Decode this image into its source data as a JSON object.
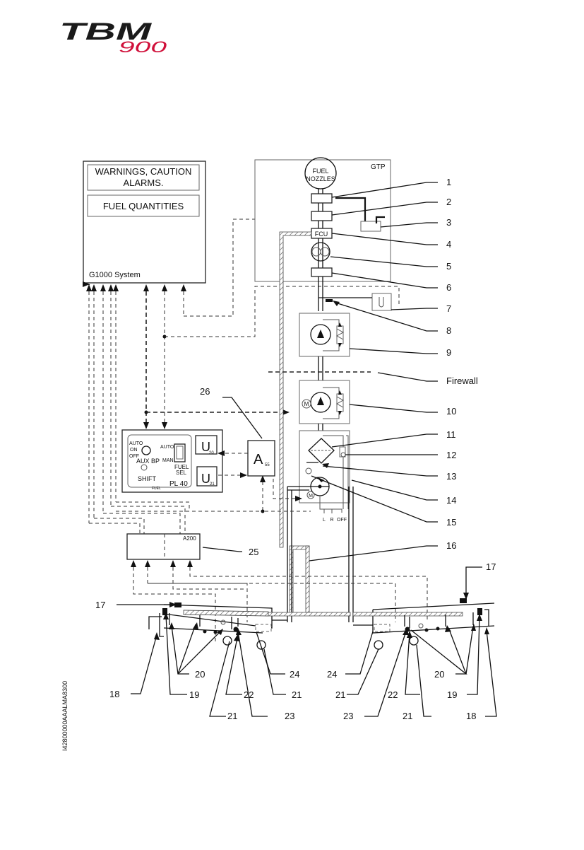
{
  "logo": {
    "main": "TBM",
    "sub": "900",
    "main_color": "#1a1a1a",
    "sub_color": "#d0103a"
  },
  "g1000": {
    "title": "G1000 System",
    "panels": [
      {
        "lines": [
          "WARNINGS, CAUTION",
          "ALARMS."
        ]
      },
      {
        "lines": [
          "FUEL QUANTITIES"
        ]
      }
    ]
  },
  "gtp": {
    "label": "GTP",
    "fuel_nozzles": [
      "FUEL",
      "NOZZLES"
    ],
    "fcu": "FCU"
  },
  "firewall_label": "Firewall",
  "pl40": {
    "name": "PL 40",
    "aux_bp": {
      "positions": [
        "AUTO",
        "ON",
        "OFF"
      ],
      "label": "AUX BP"
    },
    "shift": "SHIFT",
    "fuel_sel": {
      "positions": [
        "AUTO",
        "MAN"
      ],
      "label_lines": [
        "FUEL",
        "SEL"
      ]
    },
    "fuel_caption": "FUEL",
    "u20": {
      "letter": "U",
      "sub": "20"
    },
    "u21": {
      "letter": "U",
      "sub": "21"
    }
  },
  "a55": {
    "letter": "A",
    "sub": "55"
  },
  "a200": {
    "label": "A200"
  },
  "selector_positions": [
    "L",
    "R",
    "OFF"
  ],
  "callouts": {
    "c1": "1",
    "c2": "2",
    "c3": "3",
    "c4": "4",
    "c5": "5",
    "c6": "6",
    "c7": "7",
    "c8": "8",
    "c9": "9",
    "c10": "10",
    "c11": "11",
    "c12": "12",
    "c13": "13",
    "c14": "14",
    "c15": "15",
    "c16": "16",
    "c17": "17",
    "c18": "18",
    "c19": "19",
    "c20": "20",
    "c21": "21",
    "c22": "22",
    "c23": "23",
    "c24": "24",
    "c25": "25",
    "c26": "26"
  },
  "figure_code": "I42800000AAALMA8300"
}
